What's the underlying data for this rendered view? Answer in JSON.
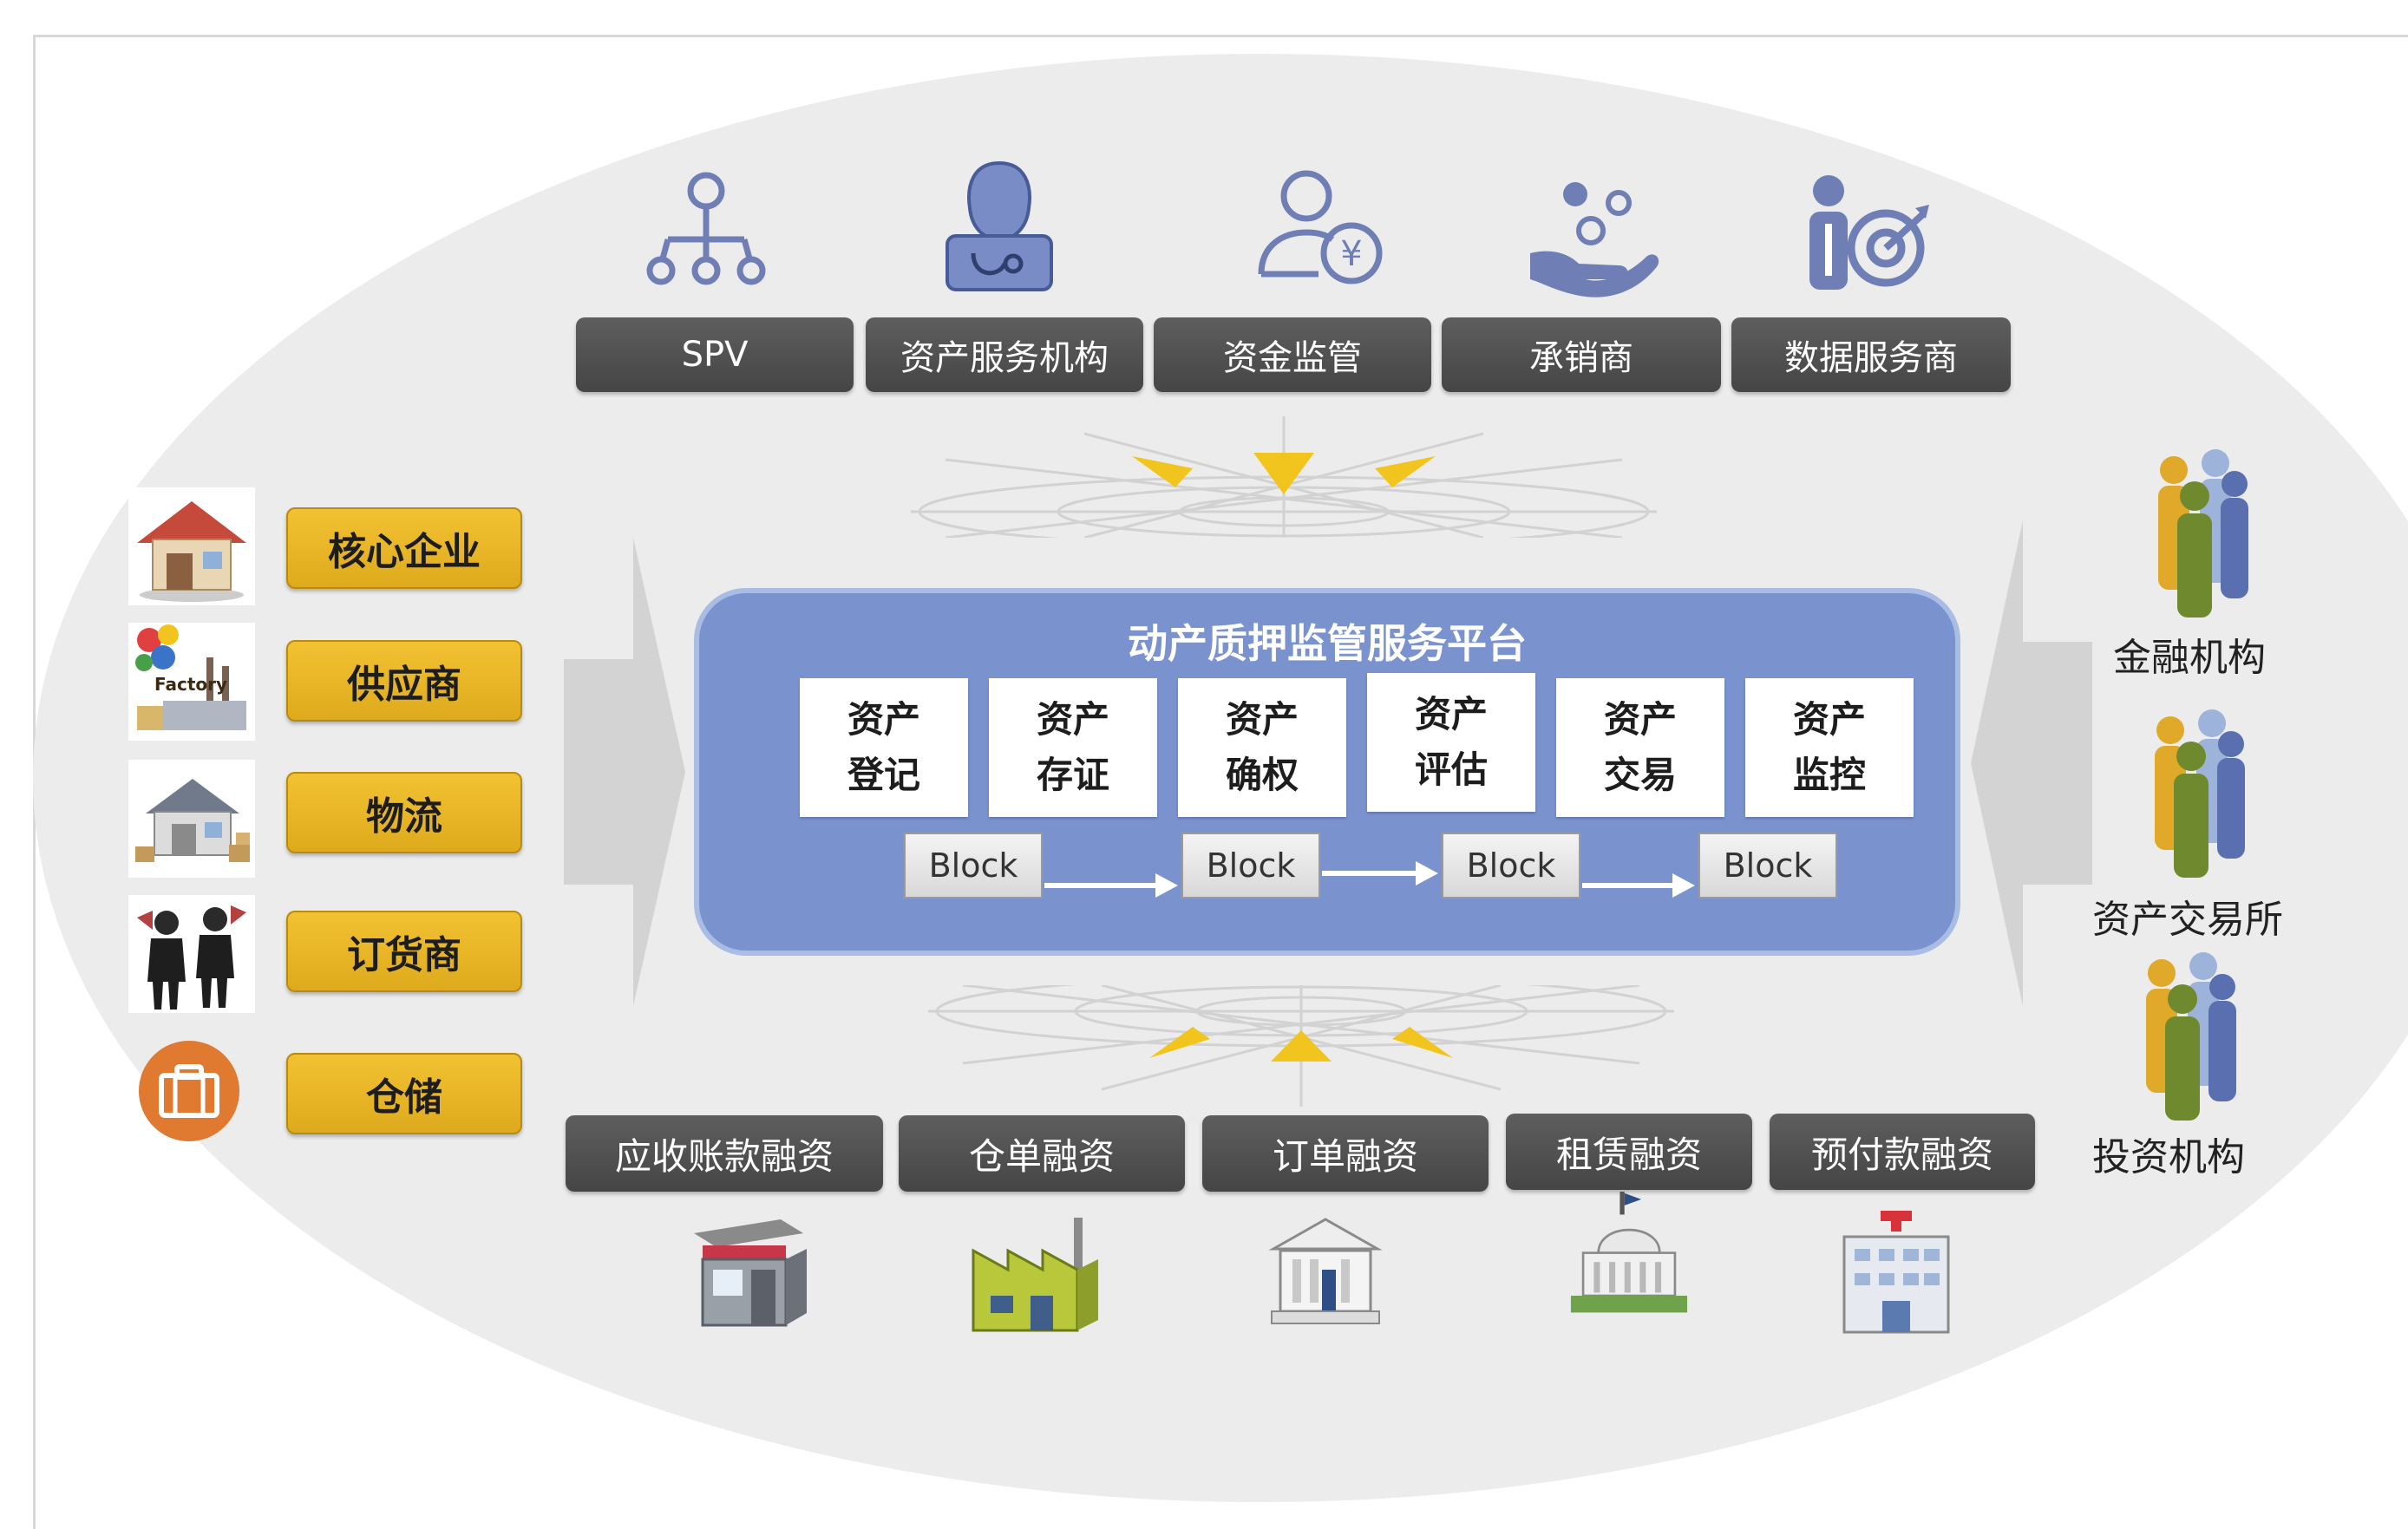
{
  "top_row": [
    {
      "label": "SPV",
      "icon": "org-tree-icon"
    },
    {
      "label": "资产服务机构",
      "icon": "service-person-icon"
    },
    {
      "label": "资金监管",
      "icon": "person-yuan-icon"
    },
    {
      "label": "承销商",
      "icon": "hand-coins-icon"
    },
    {
      "label": "数据服务商",
      "icon": "person-target-icon"
    }
  ],
  "left_column": [
    {
      "label": "核心企业",
      "icon": "house-icon"
    },
    {
      "label": "供应商",
      "icon": "factory-icon"
    },
    {
      "label": "物流",
      "icon": "warehouse-icon"
    },
    {
      "label": "订货商",
      "icon": "businessmen-icon"
    },
    {
      "label": "仓储",
      "icon": "briefcase-icon"
    }
  ],
  "platform": {
    "title": "动产质押监管服务平台",
    "steps": [
      {
        "line1": "资产",
        "line2": "登记"
      },
      {
        "line1": "资产",
        "line2": "存证"
      },
      {
        "line1": "资产",
        "line2": "确权"
      },
      {
        "line1": "资产",
        "line2": "评估"
      },
      {
        "line1": "资产",
        "line2": "交易"
      },
      {
        "line1": "资产",
        "line2": "监控"
      }
    ],
    "blocks": [
      "Block",
      "Block",
      "Block",
      "Block"
    ]
  },
  "right_column": [
    {
      "label": "金融机构",
      "icon": "people-group-icon"
    },
    {
      "label": "资产交易所",
      "icon": "people-group-icon"
    },
    {
      "label": "投资机构",
      "icon": "people-group-icon"
    }
  ],
  "bottom_row": [
    {
      "label": "应收账款融资",
      "icon": "shop-icon"
    },
    {
      "label": "仓单融资",
      "icon": "factory-building-icon"
    },
    {
      "label": "订单融资",
      "icon": "bank-icon"
    },
    {
      "label": "租赁融资",
      "icon": "capitol-icon"
    },
    {
      "label": "预付款融资",
      "icon": "hospital-icon"
    }
  ],
  "colors": {
    "oval": "#ececec",
    "dark_button": "#505050",
    "gold_button": "#e8b527",
    "platform": "#7a93cf",
    "platform_border": "#a9bce4",
    "icon_blue": "#7b8cc4",
    "chevron_yellow": "#f2c51e"
  }
}
